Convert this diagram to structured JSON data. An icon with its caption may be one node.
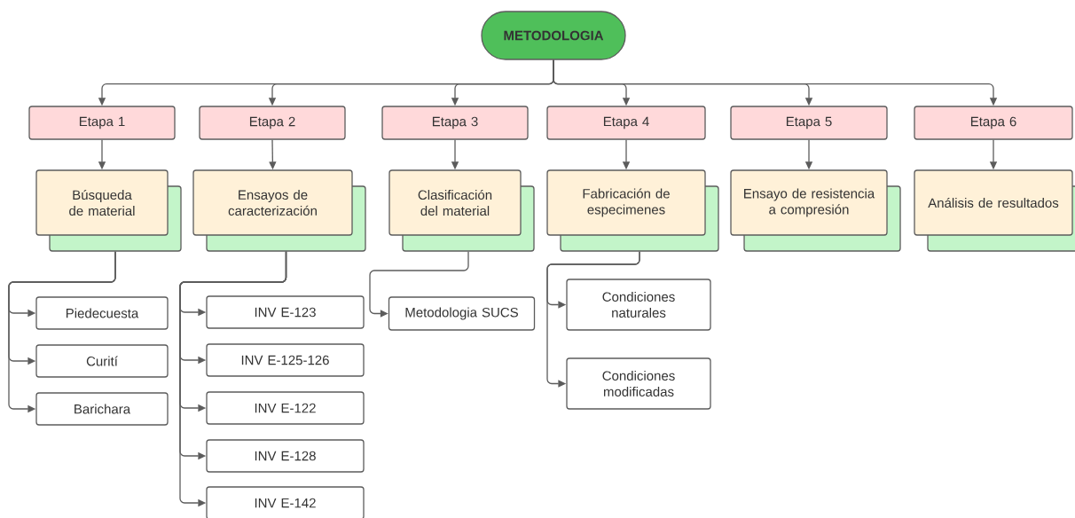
{
  "diagram": {
    "nodes": [
      {
        "text": [
          "METODOLOGIA"
        ]
      },
      {
        "text": [
          "Etapa 1"
        ]
      },
      {
        "text": [
          "Etapa 2"
        ]
      },
      {
        "text": [
          "Etapa 3"
        ]
      },
      {
        "text": [
          "Etapa 4"
        ]
      },
      {
        "text": [
          "Etapa 5"
        ]
      },
      {
        "text": [
          "Etapa 6"
        ]
      },
      {
        "text": [
          "Búsqueda de material"
        ]
      },
      {
        "text": [
          "Ensayos de caracterización"
        ]
      },
      {
        "text": [
          "Clasificación del material"
        ]
      },
      {
        "text": [
          "Fabricación de especimenes"
        ]
      },
      {
        "text": [
          "Ensayo de resistencia a compresión"
        ]
      },
      {
        "text": [
          "Análisis de resultados"
        ]
      },
      {
        "text": [
          "Piedecuesta"
        ]
      },
      {
        "text": [
          "Curití"
        ]
      },
      {
        "text": [
          "Barichara"
        ]
      },
      {
        "text": [
          "INV E-123"
        ]
      },
      {
        "text": [
          "INV E-125-126"
        ]
      },
      {
        "text": [
          "INV E-122"
        ]
      },
      {
        "text": [
          "INV E-128"
        ]
      },
      {
        "text": [
          "INV E-142"
        ]
      },
      {
        "text": [
          "Metodologia SUCS"
        ]
      },
      {
        "text": [
          "Condiciones naturales"
        ]
      },
      {
        "text": [
          "Condiciones modificadas"
        ]
      }
    ],
    "edges": [
      {
        "from": 0,
        "to": 1,
        "arrow": "to"
      },
      {
        "from": 0,
        "to": 2,
        "arrow": "to"
      },
      {
        "from": 0,
        "to": 3,
        "arrow": "to"
      },
      {
        "from": 0,
        "to": 4,
        "arrow": "to"
      },
      {
        "from": 0,
        "to": 5,
        "arrow": "to"
      },
      {
        "from": 0,
        "to": 6,
        "arrow": "to"
      },
      {
        "from": 1,
        "to": 7,
        "arrow": "to"
      },
      {
        "from": 2,
        "to": 8,
        "arrow": "to"
      },
      {
        "from": 3,
        "to": 9,
        "arrow": "to"
      },
      {
        "from": 4,
        "to": 10,
        "arrow": "to"
      },
      {
        "from": 5,
        "to": 11,
        "arrow": "to"
      },
      {
        "from": 6,
        "to": 12,
        "arrow": "to"
      },
      {
        "from": 7,
        "to": 13,
        "arrow": "to"
      },
      {
        "from": 7,
        "to": 14,
        "arrow": "to"
      },
      {
        "from": 7,
        "to": 15,
        "arrow": "to"
      },
      {
        "from": 8,
        "to": 16,
        "arrow": "to"
      },
      {
        "from": 8,
        "to": 17,
        "arrow": "to"
      },
      {
        "from": 8,
        "to": 18,
        "arrow": "to"
      },
      {
        "from": 8,
        "to": 19,
        "arrow": "to"
      },
      {
        "from": 8,
        "to": 20,
        "arrow": "to"
      },
      {
        "from": 9,
        "to": 21,
        "arrow": "to"
      },
      {
        "from": 10,
        "to": 22,
        "arrow": "to"
      },
      {
        "from": 10,
        "to": 23,
        "arrow": "to"
      }
    ]
  }
}
